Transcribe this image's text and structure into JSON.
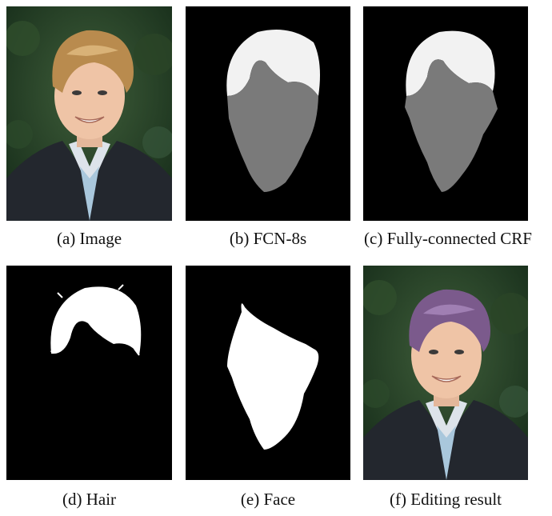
{
  "figure": {
    "panels": [
      {
        "caption": "(a) Image",
        "content": "photo"
      },
      {
        "caption": "(b) FCN-8s",
        "content": "segmentation-mask"
      },
      {
        "caption": "(c) Fully-connected CRF",
        "content": "segmentation-mask"
      },
      {
        "caption": "(d) Hair",
        "content": "binary-mask"
      },
      {
        "caption": "(e) Face",
        "content": "binary-mask"
      },
      {
        "caption": "(f) Editing result",
        "content": "photo"
      }
    ]
  },
  "colors": {
    "mask_background": "#000000",
    "hair_region": "#f2f2f2",
    "face_region": "#7a7a7a",
    "binary_foreground": "#ffffff",
    "foliage_dark": "#1e3a22",
    "original_hair": "#b98b4e",
    "edited_hair": "#7b5a8c"
  }
}
